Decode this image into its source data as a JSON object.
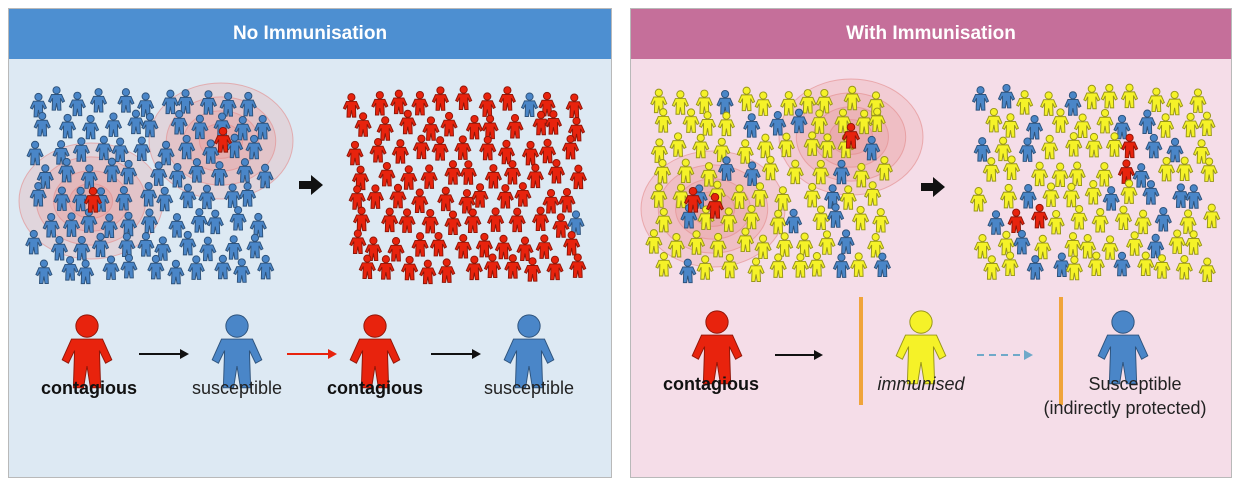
{
  "panels": {
    "left": {
      "title": "No Immunisation",
      "header_color": "#4d8fd1",
      "background_color": "#dde9f3",
      "labels": [
        "contagious",
        "susceptible",
        "contagious",
        "susceptible"
      ]
    },
    "right": {
      "title": "With Immunisation",
      "header_color": "#c56f9a",
      "background_color": "#f5dde8",
      "labels": [
        "contagious",
        "immunised",
        "Susceptible",
        "(indirectly protected)"
      ]
    }
  },
  "colors": {
    "contagious": "#e8230d",
    "susceptible": "#4a86c8",
    "immunised": "#f5f228",
    "barrier": "#f0a43a",
    "infection_zone": "#e8a0a0"
  },
  "icons": [
    "person-icon",
    "arrow-right-icon",
    "barrier-icon",
    "infection-zone-icon"
  ]
}
